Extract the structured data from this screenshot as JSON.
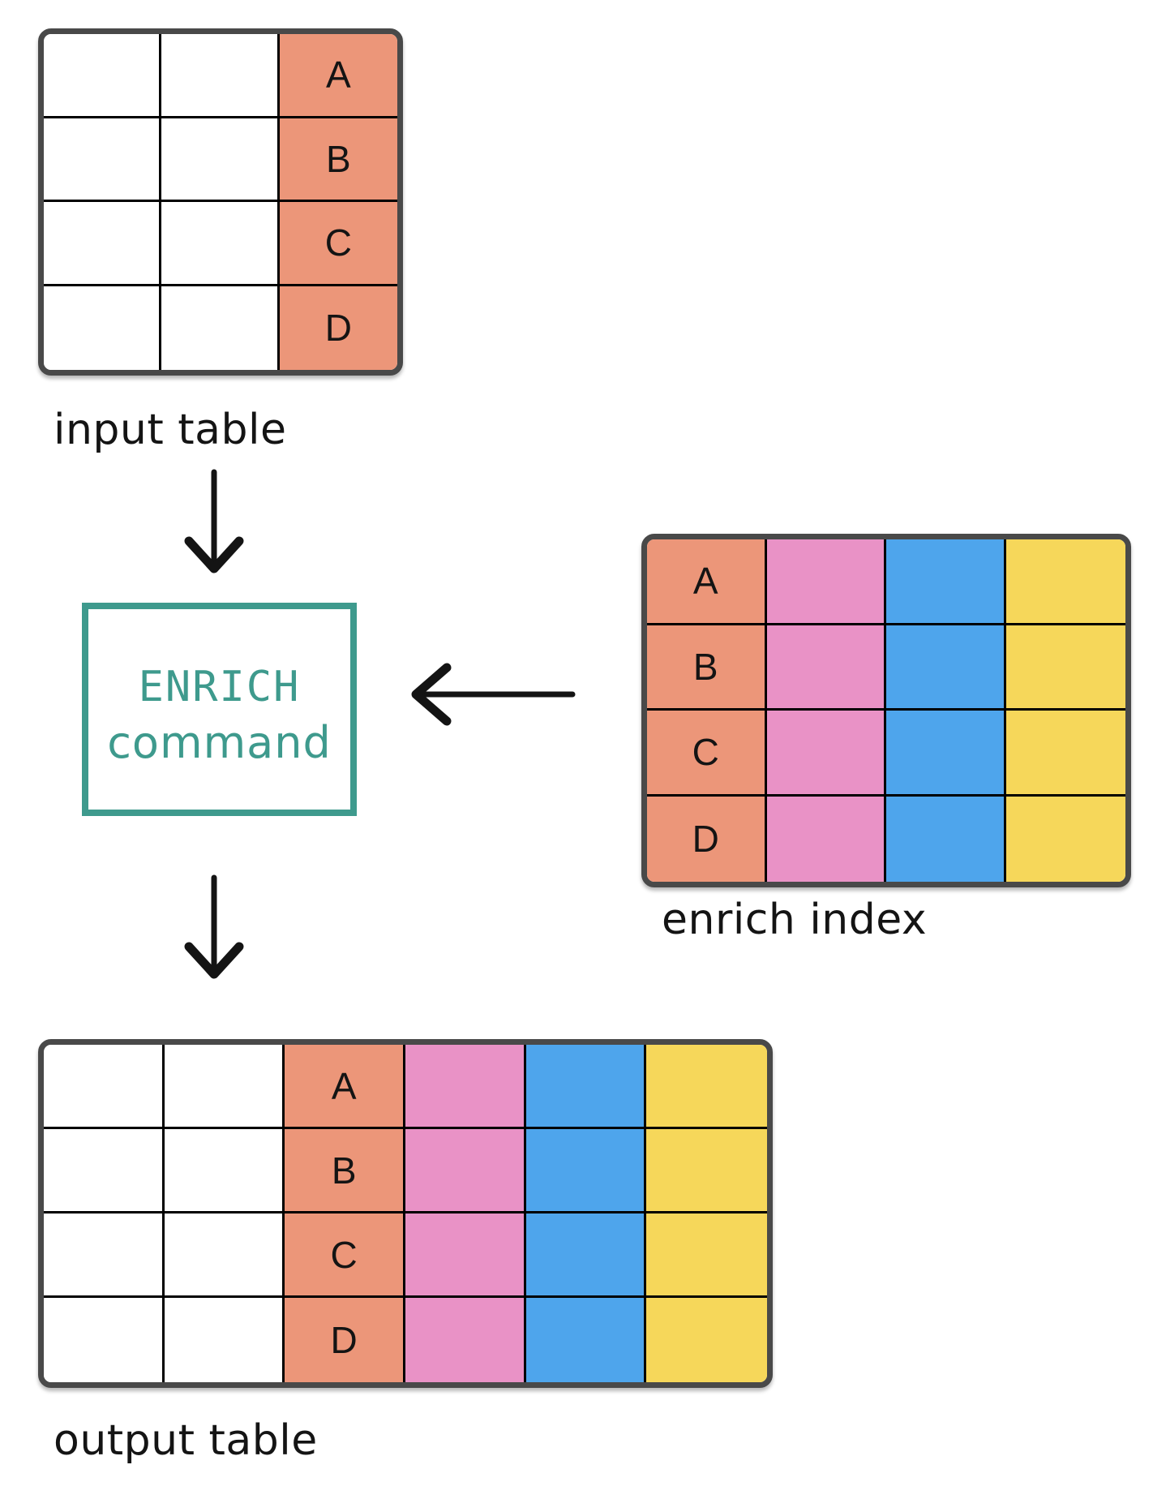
{
  "colors": {
    "salmon": "#EC9679",
    "pink": "#E992C6",
    "blue": "#4EA5EC",
    "yellow": "#F6D75A",
    "teal": "#3E9A8D",
    "frame": "#494949",
    "line": "#000000",
    "white": "#FFFFFF"
  },
  "labels": {
    "input": "input table",
    "enrich": "enrich index",
    "output": "output table"
  },
  "enrich_box": {
    "line1": "ENRICH",
    "line2": "command"
  },
  "row_keys": [
    "A",
    "B",
    "C",
    "D"
  ],
  "tables": [
    {
      "id": "input",
      "columns": [
        {
          "fill": "white",
          "show_keys": false
        },
        {
          "fill": "white",
          "show_keys": false
        },
        {
          "fill": "salmon",
          "show_keys": true
        }
      ]
    },
    {
      "id": "enrich",
      "columns": [
        {
          "fill": "salmon",
          "show_keys": true
        },
        {
          "fill": "pink",
          "show_keys": false
        },
        {
          "fill": "blue",
          "show_keys": false
        },
        {
          "fill": "yellow",
          "show_keys": false
        }
      ]
    },
    {
      "id": "output",
      "columns": [
        {
          "fill": "white",
          "show_keys": false
        },
        {
          "fill": "white",
          "show_keys": false
        },
        {
          "fill": "salmon",
          "show_keys": true
        },
        {
          "fill": "pink",
          "show_keys": false
        },
        {
          "fill": "blue",
          "show_keys": false
        },
        {
          "fill": "yellow",
          "show_keys": false
        }
      ]
    }
  ]
}
